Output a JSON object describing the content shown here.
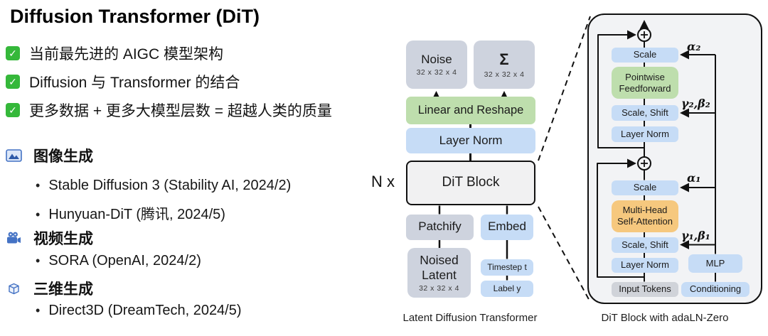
{
  "slide": {
    "title": "Diffusion Transformer (DiT)",
    "check_glyph": "✓",
    "bullet_glyph": "•",
    "highlights": [
      {
        "text": "当前最先进的 AIGC 模型架构"
      },
      {
        "text": "Diffusion 与 Transformer 的结合"
      },
      {
        "text": "更多数据 + 更多大模型层数 = 超越人类的质量"
      }
    ],
    "sections": [
      {
        "icon": "image-icon",
        "title": "图像生成",
        "items": [
          "Stable Diffusion 3 (Stability AI, 2024/2)",
          "Hunyuan-DiT (腾讯, 2024/5)"
        ]
      },
      {
        "icon": "video-icon",
        "title": "视频生成",
        "items": [
          "SORA (OpenAI, 2024/2)"
        ]
      },
      {
        "icon": "cube-icon",
        "title": "三维生成",
        "items": [
          "Direct3D (DreamTech, 2024/5)"
        ]
      }
    ]
  },
  "ldt": {
    "caption": "Latent Diffusion Transformer",
    "n_label": "N x",
    "noise": {
      "label": "Noise",
      "dims": "32 x 32 x 4"
    },
    "sigma": {
      "label": "Σ",
      "dims": "32 x 32 x 4"
    },
    "linear_reshape": "Linear and Reshape",
    "layer_norm": "Layer Norm",
    "dit_block": "DiT Block",
    "patchify": "Patchify",
    "embed": "Embed",
    "noised_latent": {
      "label": "Noised Latent",
      "dims": "32 x 32 x 4"
    },
    "timestep": "Timestep t",
    "label_y": "Label y"
  },
  "dit": {
    "caption": "DiT Block with adaLN-Zero",
    "ffn_group": {
      "scale": "Scale",
      "pointwise_feedforward": "Pointwise Feedforward",
      "scale_shift": "Scale, Shift",
      "layer_norm": "Layer Norm",
      "alpha": "α₂",
      "gamma_beta": "γ₂,β₂"
    },
    "attn_group": {
      "scale": "Scale",
      "mhsa": "Multi-Head Self-Attention",
      "scale_shift": "Scale, Shift",
      "layer_norm": "Layer Norm",
      "alpha": "α₁",
      "gamma_beta": "γ₁,β₁"
    },
    "input_tokens": "Input Tokens",
    "mlp": "MLP",
    "conditioning": "Conditioning"
  },
  "colors": {
    "blue_box": "#c6dcf6",
    "green_box": "#bedead",
    "orange_box": "#f6c87e",
    "gray_box": "#ced3de",
    "accent_blue": "#4472c4",
    "check_green": "#35b83a",
    "line": "#111111"
  }
}
